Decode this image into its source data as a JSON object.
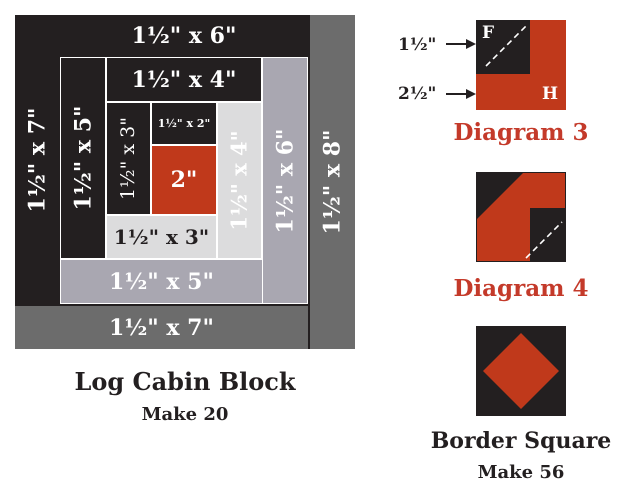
{
  "colors": {
    "black": "#231f20",
    "red": "#c0391b",
    "light_gray": "#dcdcdd",
    "mid_gray": "#a9a7b1",
    "dark_gray": "#6c6c6c",
    "caption_red": "#c43a2a"
  },
  "block": {
    "pieces": {
      "top_6": "1½\" x 6\"",
      "left_7": "1½\" x 7\"",
      "left_5": "1½\" x 5\"",
      "top_4": "1½\" x 4\"",
      "left_3": "1½\" x 3\"",
      "top_2": "1½\" x 2\"",
      "center": "2\"",
      "right_4": "1½\" x 4\"",
      "bottom_3": "1½\" x 3\"",
      "right_6": "1½\" x 6\"",
      "bottom_5": "1½\" x 5\"",
      "right_8": "1½\" x 8\"",
      "bottom_7": "1½\" x 7\""
    },
    "title": "Log Cabin Block",
    "subtitle": "Make 20"
  },
  "diagram3": {
    "label_top": "1½\"",
    "label_bottom": "2½\"",
    "letter_f": "F",
    "letter_h": "H",
    "caption": "Diagram 3"
  },
  "diagram4": {
    "caption": "Diagram 4"
  },
  "border_square": {
    "title": "Border Square",
    "subtitle": "Make 56"
  }
}
